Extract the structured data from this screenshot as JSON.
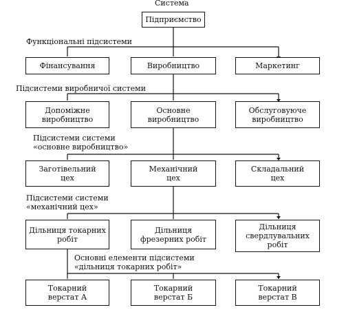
{
  "diagram": {
    "top_label": "Система",
    "root": "Підприємство",
    "levels": [
      {
        "label": "Функціональні підсистеми",
        "boxes": [
          "Фінансування",
          "Виробництво",
          "Маркетинг"
        ]
      },
      {
        "label": "Підсистеми виробничої системи",
        "boxes": [
          "Допоміжне\nвиробництво",
          "Основне\nвиробництво",
          "Обслуговуюче\nвиробництво"
        ]
      },
      {
        "label": "Підсистеми системи\n«основне виробництво»",
        "boxes": [
          "Заготівельний\nцех",
          "Механічний\nцех",
          "Складальний\nцех"
        ]
      },
      {
        "label": "Підсистеми системи\n«механічний цех»",
        "boxes": [
          "Дільниця токарних\nробіт",
          "Дільниця\nфрезерних робіт",
          "Дільниця\nсвердлувальних\nробіт"
        ]
      },
      {
        "label": "Основні елементи підсистеми\n«дільниця токарних робіт»",
        "boxes": [
          "Токарний\nверстат А",
          "Токарний\nверстат Б",
          "Токарний\nверстат В"
        ]
      }
    ]
  },
  "colors": {
    "line": "#111111",
    "background": "#ffffff"
  }
}
